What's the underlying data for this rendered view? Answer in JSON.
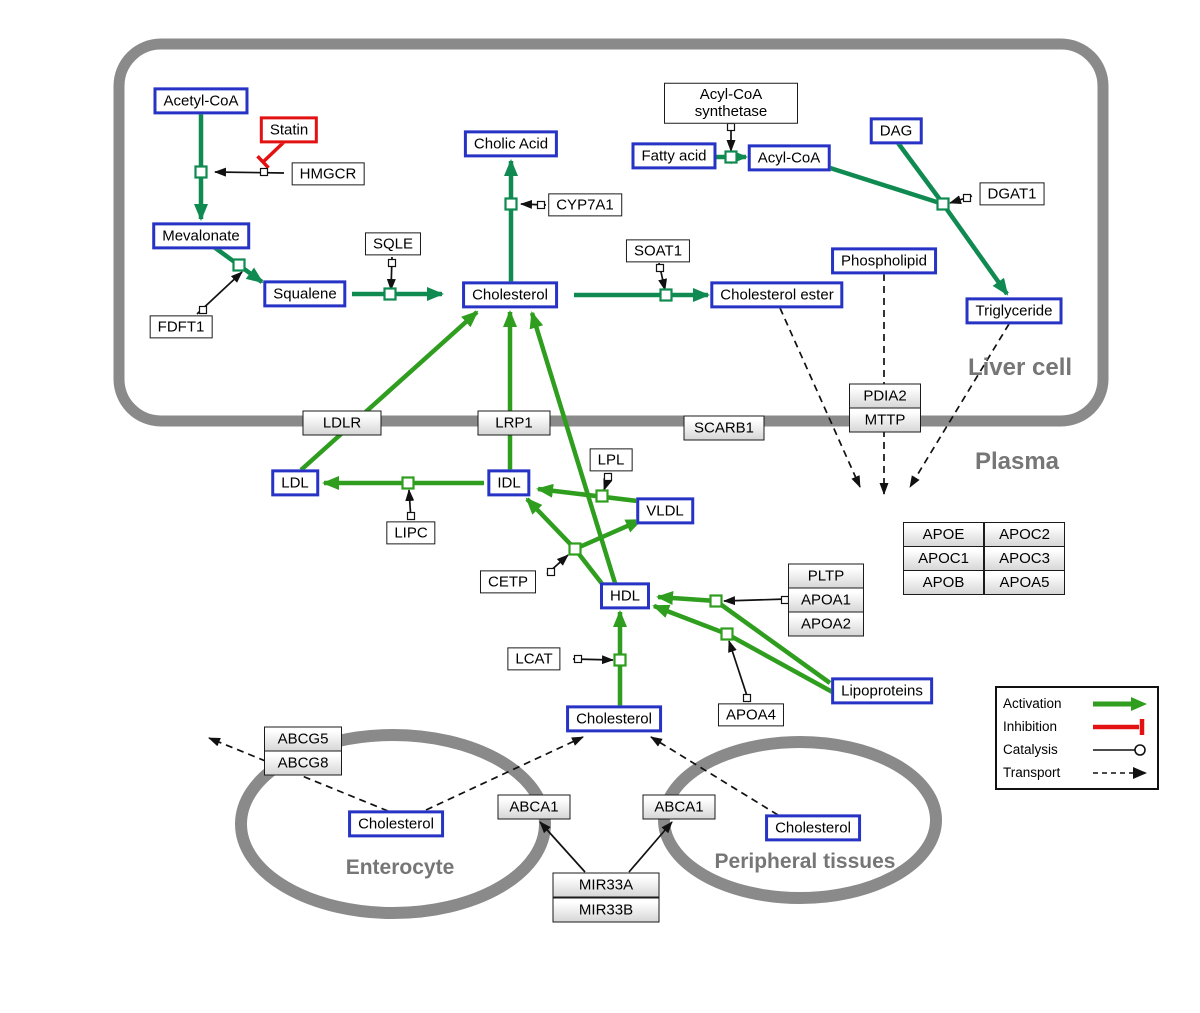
{
  "regions": {
    "liver": "Liver cell",
    "plasma": "Plasma",
    "enterocyte": "Enterocyte",
    "peripheral": "Peripheral tissues"
  },
  "nodes": {
    "acetyl_coa": "Acetyl-CoA",
    "statin": "Statin",
    "hmgcr": "HMGCR",
    "mevalonate": "Mevalonate",
    "fdft1": "FDFT1",
    "squalene": "Squalene",
    "sqle": "SQLE",
    "cholic_acid": "Cholic Acid",
    "cyp7a1": "CYP7A1",
    "cholesterol": "Cholesterol",
    "soat1": "SOAT1",
    "cholesterol_ester": "Cholesterol ester",
    "acyl_coa_synthetase": "Acyl-CoA synthetase",
    "fatty_acid": "Fatty acid",
    "acyl_coa": "Acyl-CoA",
    "dag": "DAG",
    "dgat1": "DGAT1",
    "phospholipid": "Phospholipid",
    "triglyceride": "Triglyceride",
    "ldlr": "LDLR",
    "lrp1": "LRP1",
    "scarb1": "SCARB1",
    "pdia2": "PDIA2",
    "mttp": "MTTP",
    "ldl": "LDL",
    "idl": "IDL",
    "lipc": "LIPC",
    "lpl": "LPL",
    "vldl": "VLDL",
    "cetp": "CETP",
    "hdl": "HDL",
    "pltp": "PLTP",
    "apoa1": "APOA1",
    "apoa2": "APOA2",
    "lcat": "LCAT",
    "apoa4": "APOA4",
    "lipoproteins": "Lipoproteins",
    "abcg5": "ABCG5",
    "abcg8": "ABCG8",
    "abca1": "ABCA1",
    "mir33a": "MIR33A",
    "mir33b": "MIR33B"
  },
  "apo_table": {
    "rows": [
      [
        "APOE",
        "APOC2"
      ],
      [
        "APOC1",
        "APOC3"
      ],
      [
        "APOB",
        "APOA5"
      ]
    ]
  },
  "legend": {
    "activation": "Activation",
    "inhibition": "Inhibition",
    "catalysis": "Catalysis",
    "transport": "Transport"
  },
  "colors": {
    "activation_green": "#2f9e1f",
    "metabolic_green": "#0f8a50",
    "inhibition_red": "#e31212",
    "membrane_gray": "#8a8a8a",
    "node_blue": "#2633c4"
  }
}
